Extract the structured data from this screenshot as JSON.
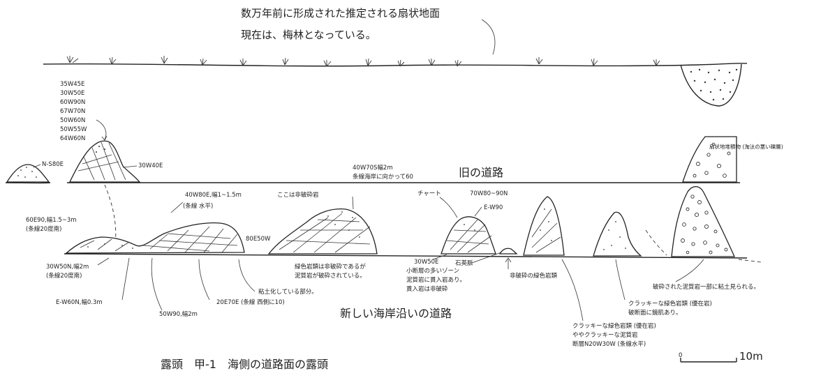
{
  "header": {
    "line1": "数万年前に形成された推定される扇状地面",
    "line2": "現在は、梅林となっている。"
  },
  "roads": {
    "old": "旧の道路",
    "new": "新しい海岸沿いの道路"
  },
  "labels": {
    "stack_top_left": [
      "35W45E",
      "30W50E",
      "60W90N",
      "67W70N",
      "50W60N",
      "50W55W",
      "64W60N"
    ],
    "n_s80e": "N-S80E",
    "w30w40e": "30W40E",
    "old_road_note1": "40W70S幅2m",
    "old_road_note2": "条線海岸に向かって60",
    "fan_deposit": "扇状地堆積物 (淘汰の悪い礫層)",
    "w40w80e": "40W80E,幅1~1.5m",
    "w40w80e_sub": "(条線 水平)",
    "non_crushed": "ここは非破砕岩",
    "e60_note1": "60E90,幅1.5~3m",
    "e60_note2": "(条線20度南)",
    "e80_50w": "80E50W",
    "chert": "チャート",
    "w70_80": "70W80~90N",
    "ew90": "E-W90",
    "w30w50n": "30W50N,幅2m",
    "w30w50n_sub": "(条線20度南)",
    "ew60n": "E-W60N,幅0.3m",
    "w50w90": "50W90,幅2m",
    "e20e70e": "20E70E (条線 西側に10)",
    "clay": "粘土化している部分。",
    "green_rock1": "緑色岩類は非破砕であるが",
    "green_rock2": "泥質岩が破砕されている。",
    "w30w50e": "30W50E",
    "fault_zone1": "小断層の多いゾーン",
    "fault_zone2": "泥質岩に貫入岩あり。",
    "fault_zone3": "貫入岩は非破砕",
    "quartz": "石英脈",
    "noncrushed_green": "非破砕の緑色岩類",
    "crushed_mud": "破砕された泥質岩一部に粘土見られる。",
    "cracky1": "クラッキーな緑色岩類 (優在岩)",
    "cracky2": "破断面に鏡肌あり。",
    "cracky3": "クラッキーな緑色岩類 (優在岩)",
    "cracky4": "ややクラッキーな泥質岩",
    "cracky5": "断層N20W30W (条線水平)"
  },
  "caption": "露頭　甲-1　海側の道路面の露頭",
  "scale": {
    "zero": "0",
    "ten": "10m"
  }
}
